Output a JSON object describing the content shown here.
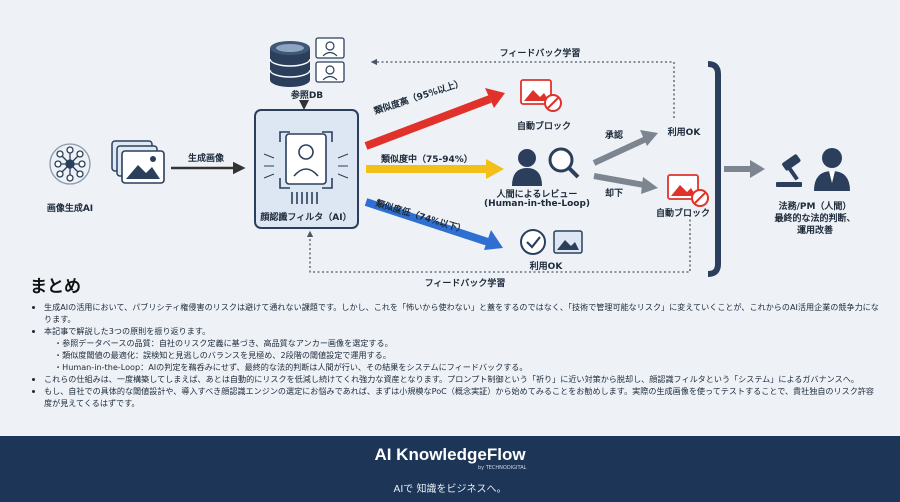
{
  "diagram": {
    "source_label": "画像生成AI",
    "generated_image_label": "生成画像",
    "reference_db_label": "参照DB",
    "filter_label": "顔認識フィルタ（AI）",
    "branch_high_label": "類似度高（95%以上）",
    "branch_mid_label": "類似度中（75-94%）",
    "branch_low_label": "類似度低（74%以下）",
    "auto_block_label": "自動ブロック",
    "human_review_label": "人間によるレビュー",
    "human_review_sub": "(Human-in-the-Loop)",
    "use_ok_label": "利用OK",
    "approve_label": "承認",
    "reject_label": "却下",
    "review_ok_label": "利用OK",
    "review_block_label": "自動ブロック",
    "feedback_top_label": "フィードバック学習",
    "feedback_bottom_label": "フィードバック学習",
    "legal_line1": "法務/PM（人間）",
    "legal_line2": "最終的な法的判断、",
    "legal_line3": "運用改善",
    "colors": {
      "high": "#e0322b",
      "mid": "#f2c019",
      "low": "#2f6fd1",
      "gray": "#7d8590",
      "navy": "#2b3f5c"
    }
  },
  "summary": {
    "heading": "まとめ",
    "bullets": [
      "生成AIの活用において、パブリシティ権侵害のリスクは避けて通れない課題です。しかし、これを「怖いから使わない」と蓋をするのではなく、「技術で管理可能なリスク」に変えていくことが、これからのAI活用企業の競争力になります。",
      "本記事で解説した3つの原則を振り返ります。"
    ],
    "sub_bullets": [
      "参照データベースの品質：自社のリスク定義に基づき、高品質なアンカー画像を選定する。",
      "類似度閾値の最適化：誤検知と見逃しのバランスを見極め、2段階の閾値設定で運用する。",
      "Human-in-the-Loop：AIの判定を鵜呑みにせず、最終的な法的判断は人間が行い、その結果をシステムにフィードバックする。"
    ],
    "bullets_after": [
      "これらの仕組みは、一度構築してしまえば、あとは自動的にリスクを低減し続けてくれ強力な資産となります。プロンプト制御という「祈り」に近い対策から脱却し、顔認識フィルタという「システム」によるガバナンスへ。",
      "もし、自社での具体的な閾値設計や、導入すべき顔認識エンジンの選定にお悩みであれば、まずは小規模なPoC（概念実証）から始めてみることをお勧めします。実際の生成画像を使ってテストすることで、貴社独自のリスク許容度が見えてくるはずです。"
    ]
  },
  "footer": {
    "brand": "AI KnowledgeFlow",
    "byline": "by TECHNODIGITAL",
    "tagline": "AIで 知識をビジネスへ。"
  }
}
